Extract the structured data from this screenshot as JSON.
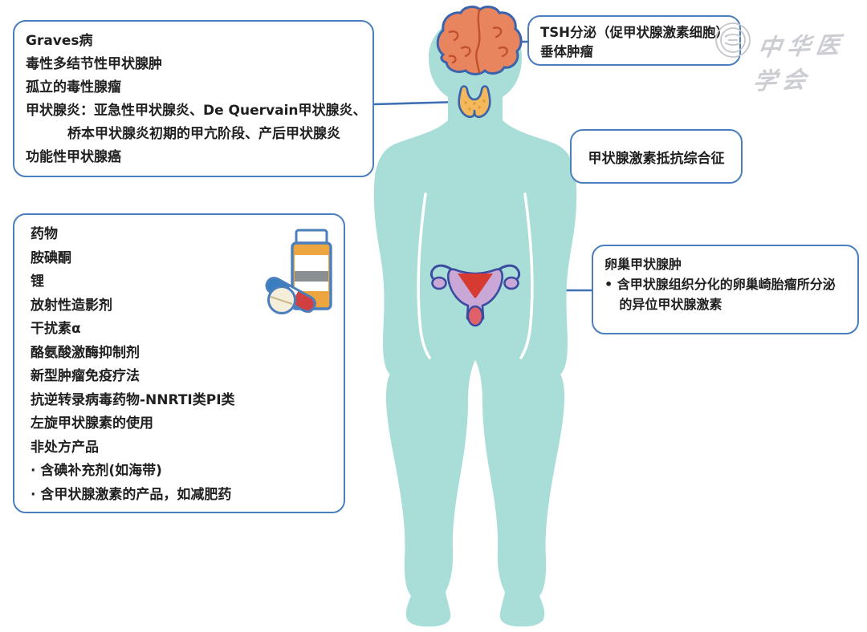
{
  "boxes": {
    "thyroid_causes": {
      "lines": [
        "Graves病",
        "毒性多结节性甲状腺肿",
        "孤立的毒性腺瘤",
        "甲状腺炎：亚急性甲状腺炎、De Quervain甲状腺炎、",
        "桥本甲状腺炎初期的甲亢阶段、产后甲状腺炎",
        "功能性甲状腺癌"
      ]
    },
    "pituitary": {
      "lines": [
        "TSH分泌（促甲状腺激素细胞）",
        "垂体肿瘤"
      ]
    },
    "resistance": {
      "label": "甲状腺激素抵抗综合征"
    },
    "drugs": {
      "lines": [
        "药物",
        "胺碘酮",
        "锂",
        "放射性造影剂",
        "干扰素α",
        "酪氨酸激酶抑制剂",
        "新型肿瘤免疫疗法",
        "抗逆转录病毒药物-NNRTI类PI类",
        "左旋甲状腺素的使用",
        "非处方产品",
        "· 含碘补充剂(如海带)",
        "· 含甲状腺激素的产品，如减肥药"
      ]
    },
    "ovary": {
      "title": "卵巢甲状腺肿",
      "bullet": "• 含甲状腺组织分化的卵巢崎胎瘤所分泌的异位甲状腺激素"
    }
  },
  "watermark": {
    "text": "中华医学会"
  },
  "colors": {
    "body": "#a9ded8",
    "box_border": "#4a7ebc",
    "connector": "#3e6fb5",
    "brain": "#e9855e",
    "brain_line": "#c0512b",
    "organ_outline": "#3a63ad",
    "thyroid": "#f3b75c",
    "uterus": "#c9a8d8",
    "uterus_outline": "#3b4ba0",
    "cavity_red": "#d63a30",
    "vagina_red": "#e2606a",
    "bottle_amber": "#eda63f",
    "label_gray": "#8a8f94",
    "pill_blue": "#3a7ec0",
    "pill_red": "#d04040",
    "pill_cream": "#f5eedb",
    "text": "#1f1f1f",
    "watermark": "#c3c5cb"
  }
}
